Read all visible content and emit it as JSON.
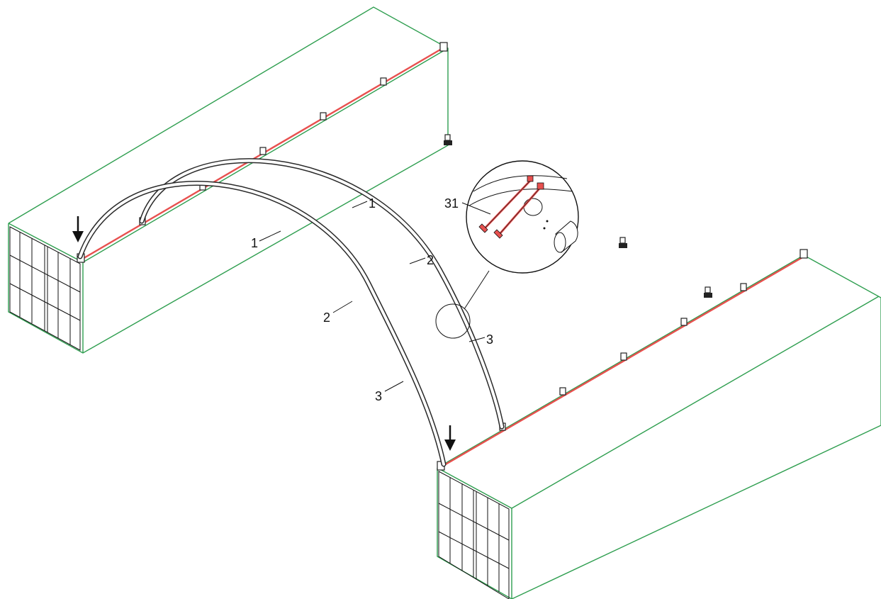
{
  "callouts": {
    "rib_a_part1": "1",
    "rib_a_part2": "2",
    "rib_a_part3": "3",
    "rib_b_part1": "1",
    "rib_b_part2": "2",
    "rib_b_part3": "3",
    "detail_bolt": "31"
  },
  "colors": {
    "container_outline": "#2e9e4f",
    "rail": "#e8504f",
    "line": "#111111"
  },
  "icons": {
    "down_arrow_left": "down-arrow",
    "down_arrow_right": "down-arrow"
  }
}
